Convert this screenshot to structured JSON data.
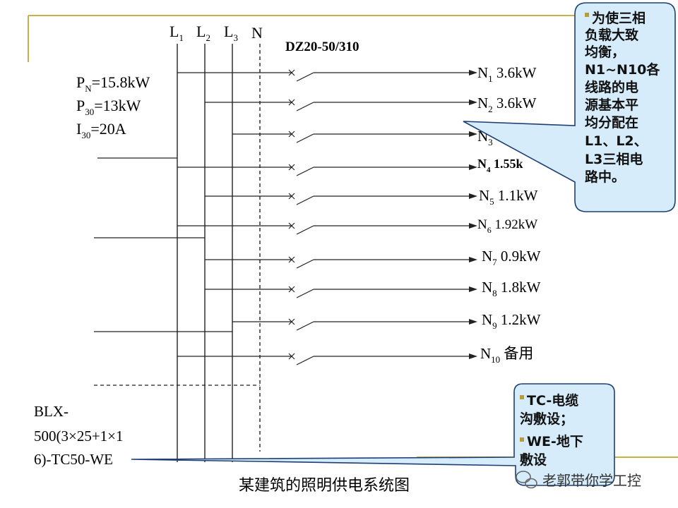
{
  "buses": [
    "L",
    "1",
    "L",
    "2",
    "L",
    "3",
    "N"
  ],
  "breaker_model": "DZ20-50/310",
  "ratings": {
    "pn": "P",
    "pn_sub": "N",
    "pn_val": "=15.8kW",
    "p30": "P",
    "p30_sub": "30",
    "p30_val": "=13kW",
    "i30": "I",
    "i30_sub": "30",
    "i30_val": "=20A"
  },
  "circuits": [
    {
      "name": "N",
      "sub": "1",
      "load": " 3.6kW"
    },
    {
      "name": "N",
      "sub": "2",
      "load": " 3.6kW"
    },
    {
      "name": "N",
      "sub": "3",
      "load": ""
    },
    {
      "name": "N",
      "sub": "4",
      "load": " 1.55k"
    },
    {
      "name": "N",
      "sub": "5",
      "load": " 1.1kW"
    },
    {
      "name": "N",
      "sub": "6",
      "load": " 1.92kW"
    },
    {
      "name": "N",
      "sub": "7",
      "load": " 0.9kW"
    },
    {
      "name": "N",
      "sub": "8",
      "load": " 1.8kW"
    },
    {
      "name": "N",
      "sub": "9",
      "load": " 1.2kW"
    },
    {
      "name": "N",
      "sub": "10",
      "load": " 备用"
    }
  ],
  "cable": {
    "line1": "BLX-",
    "line2": "500(3×25+1×1",
    "line3": "6)-TC50-WE"
  },
  "callout_top": {
    "lines": [
      "为使三相",
      "负载大致",
      "均衡，",
      "N1~N10各",
      "线路的电",
      "源基本平",
      "均分配在",
      "L1、L2、",
      "L3三相电",
      "路中。"
    ]
  },
  "callout_bottom": {
    "lines": [
      "TC-电缆",
      "沟敷设；",
      "WE-地下",
      "敷设"
    ]
  },
  "caption": "某建筑的照明供电系统图",
  "watermark": "老郭带你学工控",
  "colors": {
    "accent_line": "#c9b04a",
    "callout_fill": "#d6ecfa",
    "callout_stroke": "#1d3f74",
    "bullet": "#b89b3a"
  }
}
